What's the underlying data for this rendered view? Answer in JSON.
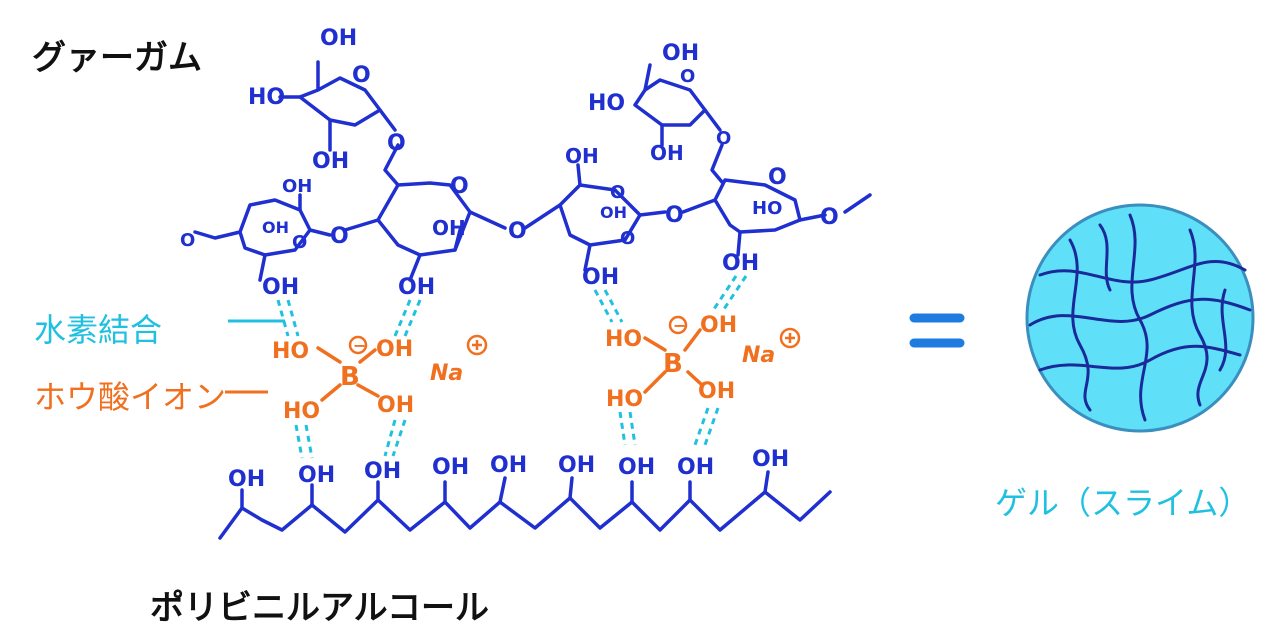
{
  "labels": {
    "guar_gum": "グァーガム",
    "hydrogen_bond": "水素結合",
    "borate_ion": "ホウ酸イオン",
    "pva": "ポリビニルアルコール",
    "gel": "ゲル（スライム）",
    "equals": "="
  },
  "atoms": {
    "oh": "OH",
    "ho": "HO",
    "o": "O",
    "b": "B",
    "na": "Na",
    "plus": "+",
    "minus": "−"
  },
  "colors": {
    "molecule": "#1f2fd0",
    "borate": "#f07020",
    "hbond": "#20c0e0",
    "text": "#111111",
    "gel_fill": "#5fe0f8",
    "gel_lines": "#1a2a9a",
    "equals": "#1e7be0"
  }
}
